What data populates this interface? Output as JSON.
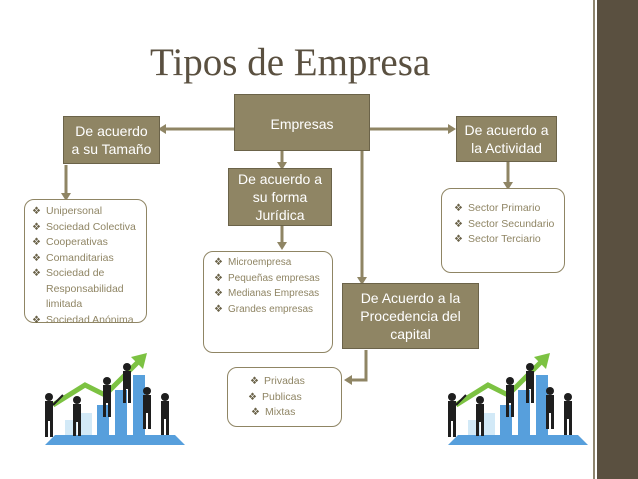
{
  "slide": {
    "title": "Tipos de Empresa"
  },
  "nodes": {
    "empresas": "Empresas",
    "tamano": [
      "De acuerdo",
      "a su Tamaño"
    ],
    "actividad": [
      "De acuerdo a",
      "la Actividad"
    ],
    "juridica": [
      "De acuerdo a",
      "su forma",
      "Jurídica"
    ],
    "capital": [
      "De Acuerdo a la",
      "Procedencia del",
      "capital"
    ]
  },
  "lists": {
    "tamano_items": [
      "Unipersonal",
      "Sociedad Colectiva",
      "Cooperativas",
      "Comanditarias",
      "Sociedad de Responsabilidad limitada",
      "Sociedad Anónima"
    ],
    "juridica_items": [
      "Microempresa",
      "Pequeñas empresas",
      "Medianas Empresas",
      "Grandes empresas"
    ],
    "actividad_items": [
      "Sector Primario",
      "Sector Secundario",
      "Sector Terciario"
    ],
    "capital_items": [
      "Privadas",
      "Publicas",
      "Mixtas"
    ]
  },
  "icons": {
    "bullet": "diamond-bullet-icon",
    "figures": "business-people-growth-chart-icon"
  },
  "colors": {
    "box_fill": "#8f8564",
    "accent_dark": "#5a5040",
    "arrow_green": "#7cc242",
    "bar_blue": "#3a8fd6"
  }
}
